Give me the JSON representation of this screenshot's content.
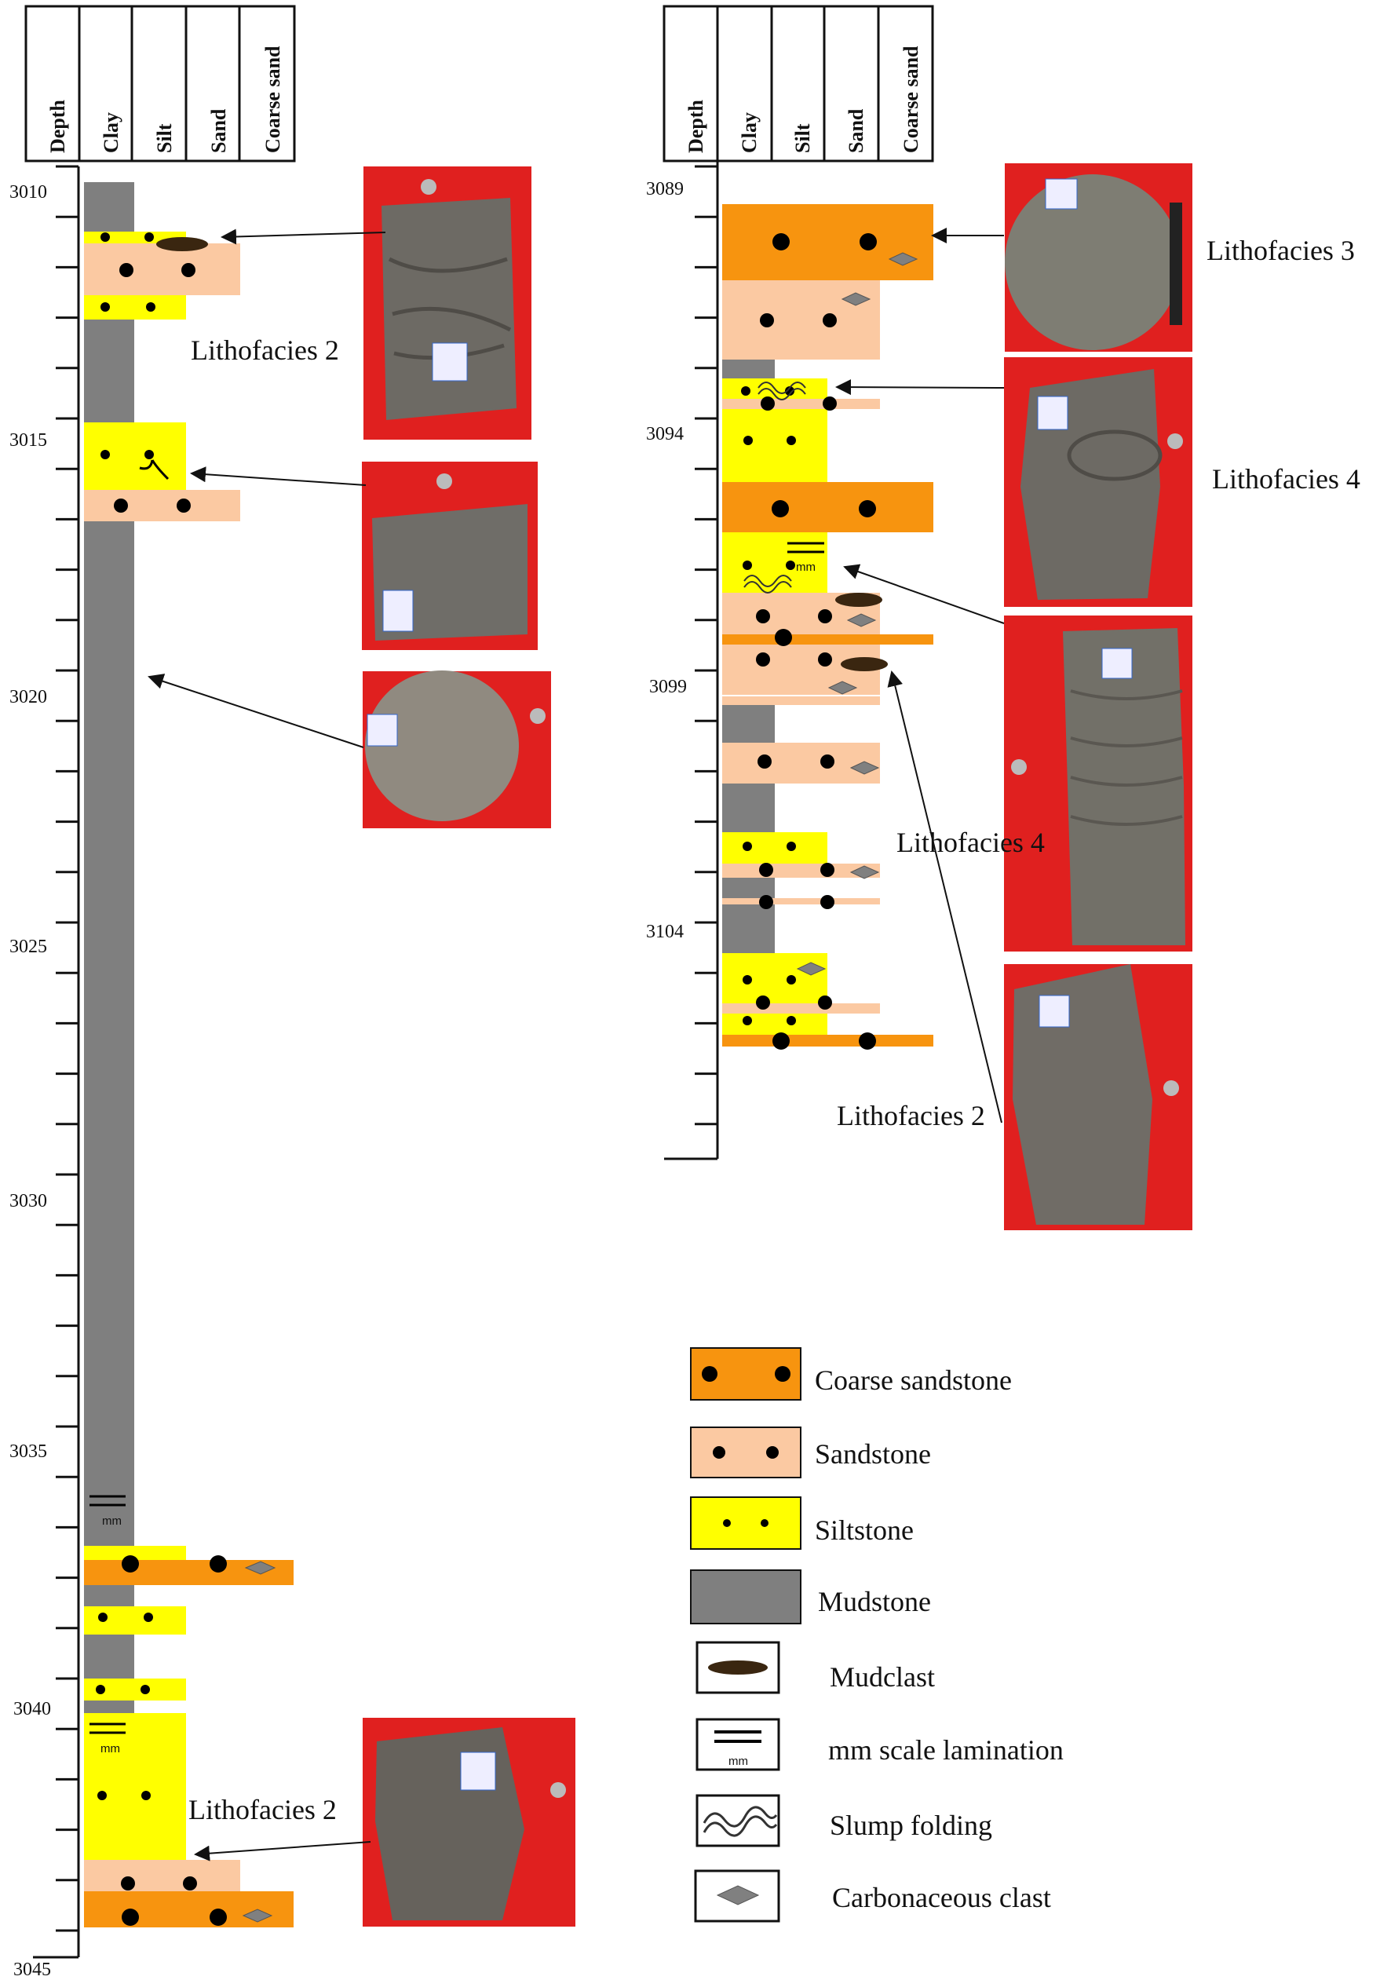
{
  "column_headers": [
    "Depth",
    "Clay",
    "Silt",
    "Sand",
    "Coarse sand"
  ],
  "left_column": {
    "depth_labels": [
      "3010",
      "3015",
      "3020",
      "3025",
      "3030",
      "3035",
      "3040",
      "3045"
    ],
    "lithofacies_labels": [
      "Lithofacies 2",
      "Lithofacies 2"
    ]
  },
  "right_column": {
    "depth_labels": [
      "3089",
      "3094",
      "3099",
      "3104"
    ],
    "lithofacies_labels": [
      "Lithofacies 3",
      "Lithofacies 4",
      "Lithofacies 4",
      "Lithofacies 2"
    ]
  },
  "mm_symbol": "mm",
  "legend": [
    {
      "key": "coarse",
      "label": "Coarse sandstone"
    },
    {
      "key": "sand",
      "label": "Sandstone"
    },
    {
      "key": "silt",
      "label": "Siltstone"
    },
    {
      "key": "mud",
      "label": "Mudstone"
    },
    {
      "key": "mudclast",
      "label": "Mudclast"
    },
    {
      "key": "lamination",
      "label": "mm scale lamination"
    },
    {
      "key": "slump",
      "label": "Slump folding"
    },
    {
      "key": "carbon",
      "label": "Carbonaceous clast"
    }
  ],
  "colors": {
    "coarse_sandstone": "#f7940f",
    "sandstone": "#fbc9a2",
    "siltstone": "#ffff00",
    "mudstone": "#7f7f7f",
    "photo_background": "#e0201f",
    "core_rock": "#6d6a64"
  }
}
